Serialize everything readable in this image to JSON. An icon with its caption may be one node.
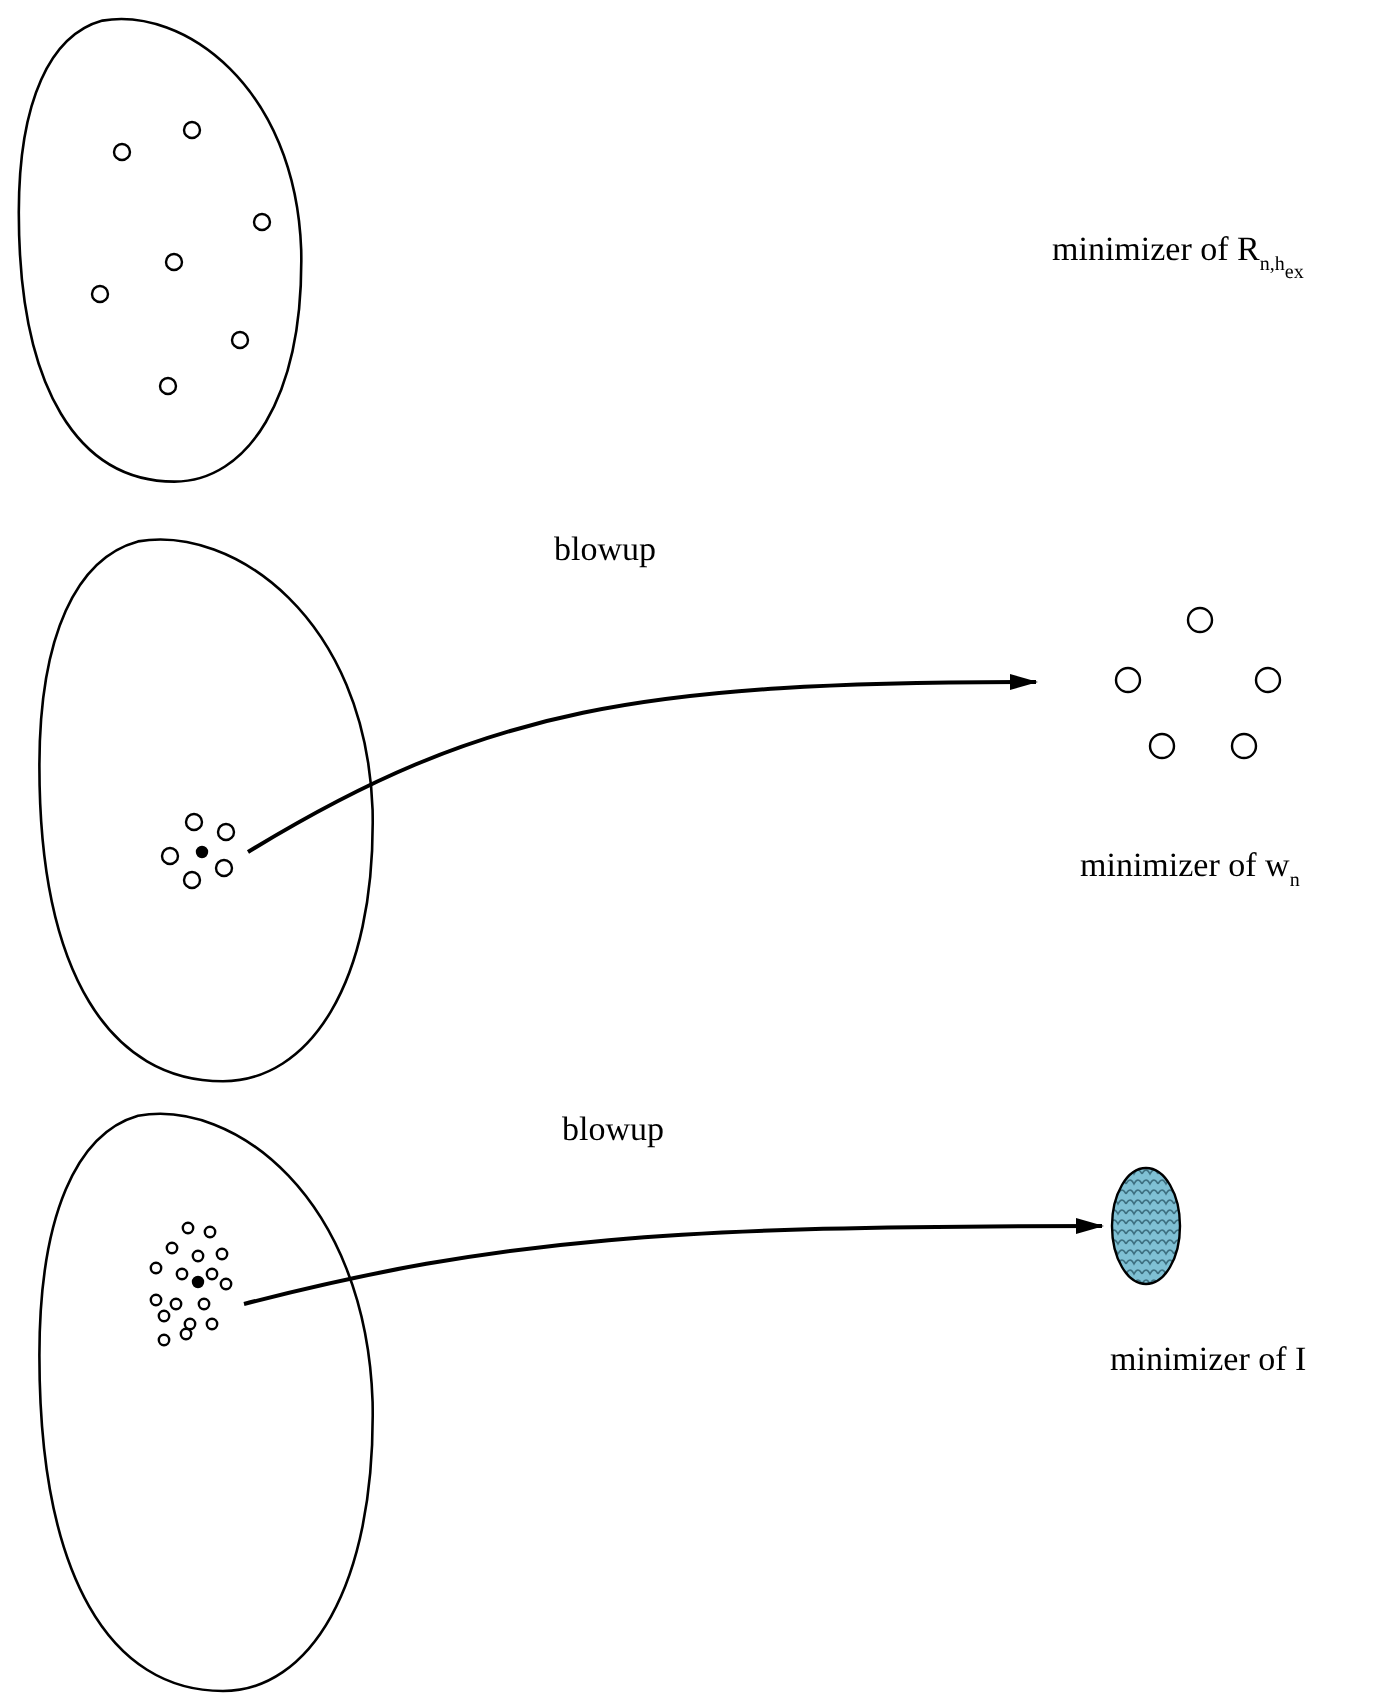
{
  "diagram": {
    "nodes": [
      {
        "text": [],
        "shape": "picture"
      },
      {
        "text": [],
        "shape": "picture"
      },
      {
        "text": [],
        "shape": "picture",
        "in": 1
      },
      {
        "text": [],
        "shape": "picture",
        "beside": [
          "minimizer of w$_{n}$"
        ]
      },
      {
        "text": [],
        "shape": "picture"
      },
      {
        "text": [],
        "shape": "picture",
        "in": 4
      },
      {
        "text": [],
        "shape": "ellipse",
        "beside": [
          "minimizer of I"
        ]
      }
    ],
    "edges": [
      {
        "from": 2,
        "to": 3,
        "arrow": "to",
        "label": "blowup"
      },
      {
        "from": 5,
        "to": 6,
        "arrow": "to",
        "label": "blowup"
      }
    ],
    "labels": [
      "minimizer of R$_{n,h}$$_{ex}$"
    ]
  }
}
